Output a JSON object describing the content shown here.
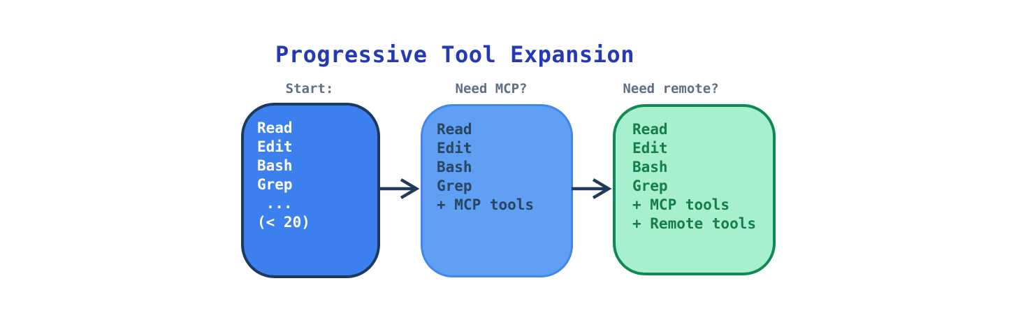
{
  "title": "Progressive Tool Expansion",
  "colors": {
    "background": "#ffffff",
    "title": "#2439b5",
    "stage_label": "#5f6e82",
    "arrow": "#1f3a5c"
  },
  "stages": [
    {
      "label": "Start:",
      "lines": [
        "Read",
        "Edit",
        "Bash",
        "Grep",
        " ...",
        "(< 20)"
      ],
      "fill": "#3b80ee",
      "border": "#1c3a5e",
      "text": "#ffffff"
    },
    {
      "label": "Need MCP?",
      "lines": [
        "Read",
        "Edit",
        "Bash",
        "Grep",
        "+ MCP tools"
      ],
      "fill": "#5fa0f5",
      "border": "#4285ec",
      "text": "#2a455f"
    },
    {
      "label": "Need remote?",
      "lines": [
        "Read",
        "Edit",
        "Bash",
        "Grep",
        "+ MCP tools",
        "+ Remote tools"
      ],
      "fill": "#a6f0cd",
      "border": "#108a55",
      "text": "#157e4c"
    }
  ]
}
